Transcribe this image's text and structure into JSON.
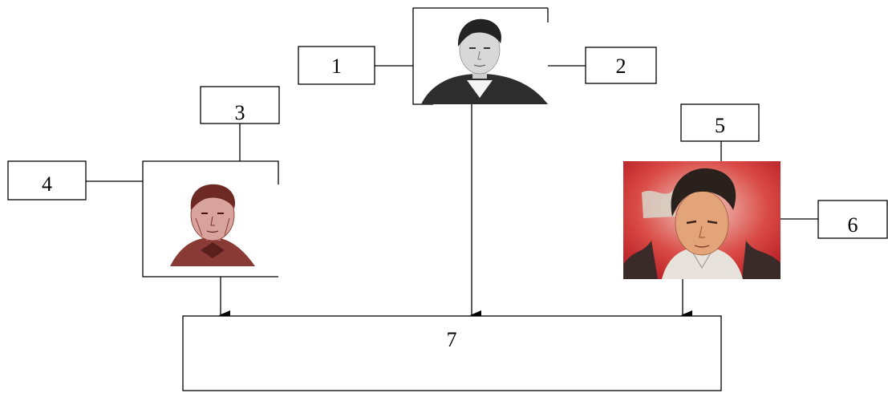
{
  "diagram": {
    "labels": {
      "box1": "1",
      "box2": "2",
      "box3": "3",
      "box4": "4",
      "box5": "5",
      "box6": "6",
      "box7": "7"
    },
    "portraits": {
      "center": "portrait-center-icon",
      "left": "portrait-left-icon",
      "right": "portrait-right-icon"
    },
    "colors": {
      "line": "#000000",
      "left_portrait_ink": "#7a2f2a",
      "right_portrait_bg_red": "#c8202a",
      "right_portrait_skin": "#e2a478",
      "center_portrait_ink": "#3a3a3a"
    }
  }
}
